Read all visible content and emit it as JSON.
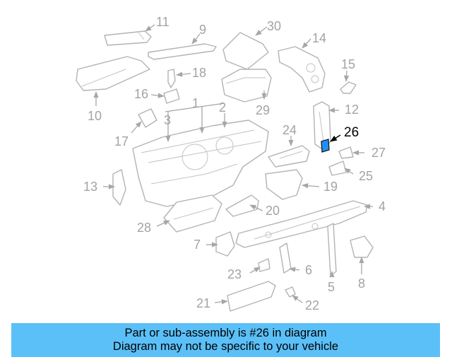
{
  "diagram": {
    "highlight": {
      "number": "26",
      "color": "#1e90ff"
    },
    "labels": [
      "1",
      "2",
      "3",
      "4",
      "5",
      "6",
      "7",
      "8",
      "9",
      "10",
      "11",
      "12",
      "13",
      "14",
      "15",
      "16",
      "17",
      "18",
      "19",
      "20",
      "21",
      "22",
      "23",
      "24",
      "25",
      "27",
      "28",
      "29",
      "30"
    ]
  },
  "banner": {
    "line1": "Part or sub-assembly is #26 in diagram",
    "line2": "Diagram may not be specific to your vehicle",
    "color": "#5bc0f8"
  }
}
